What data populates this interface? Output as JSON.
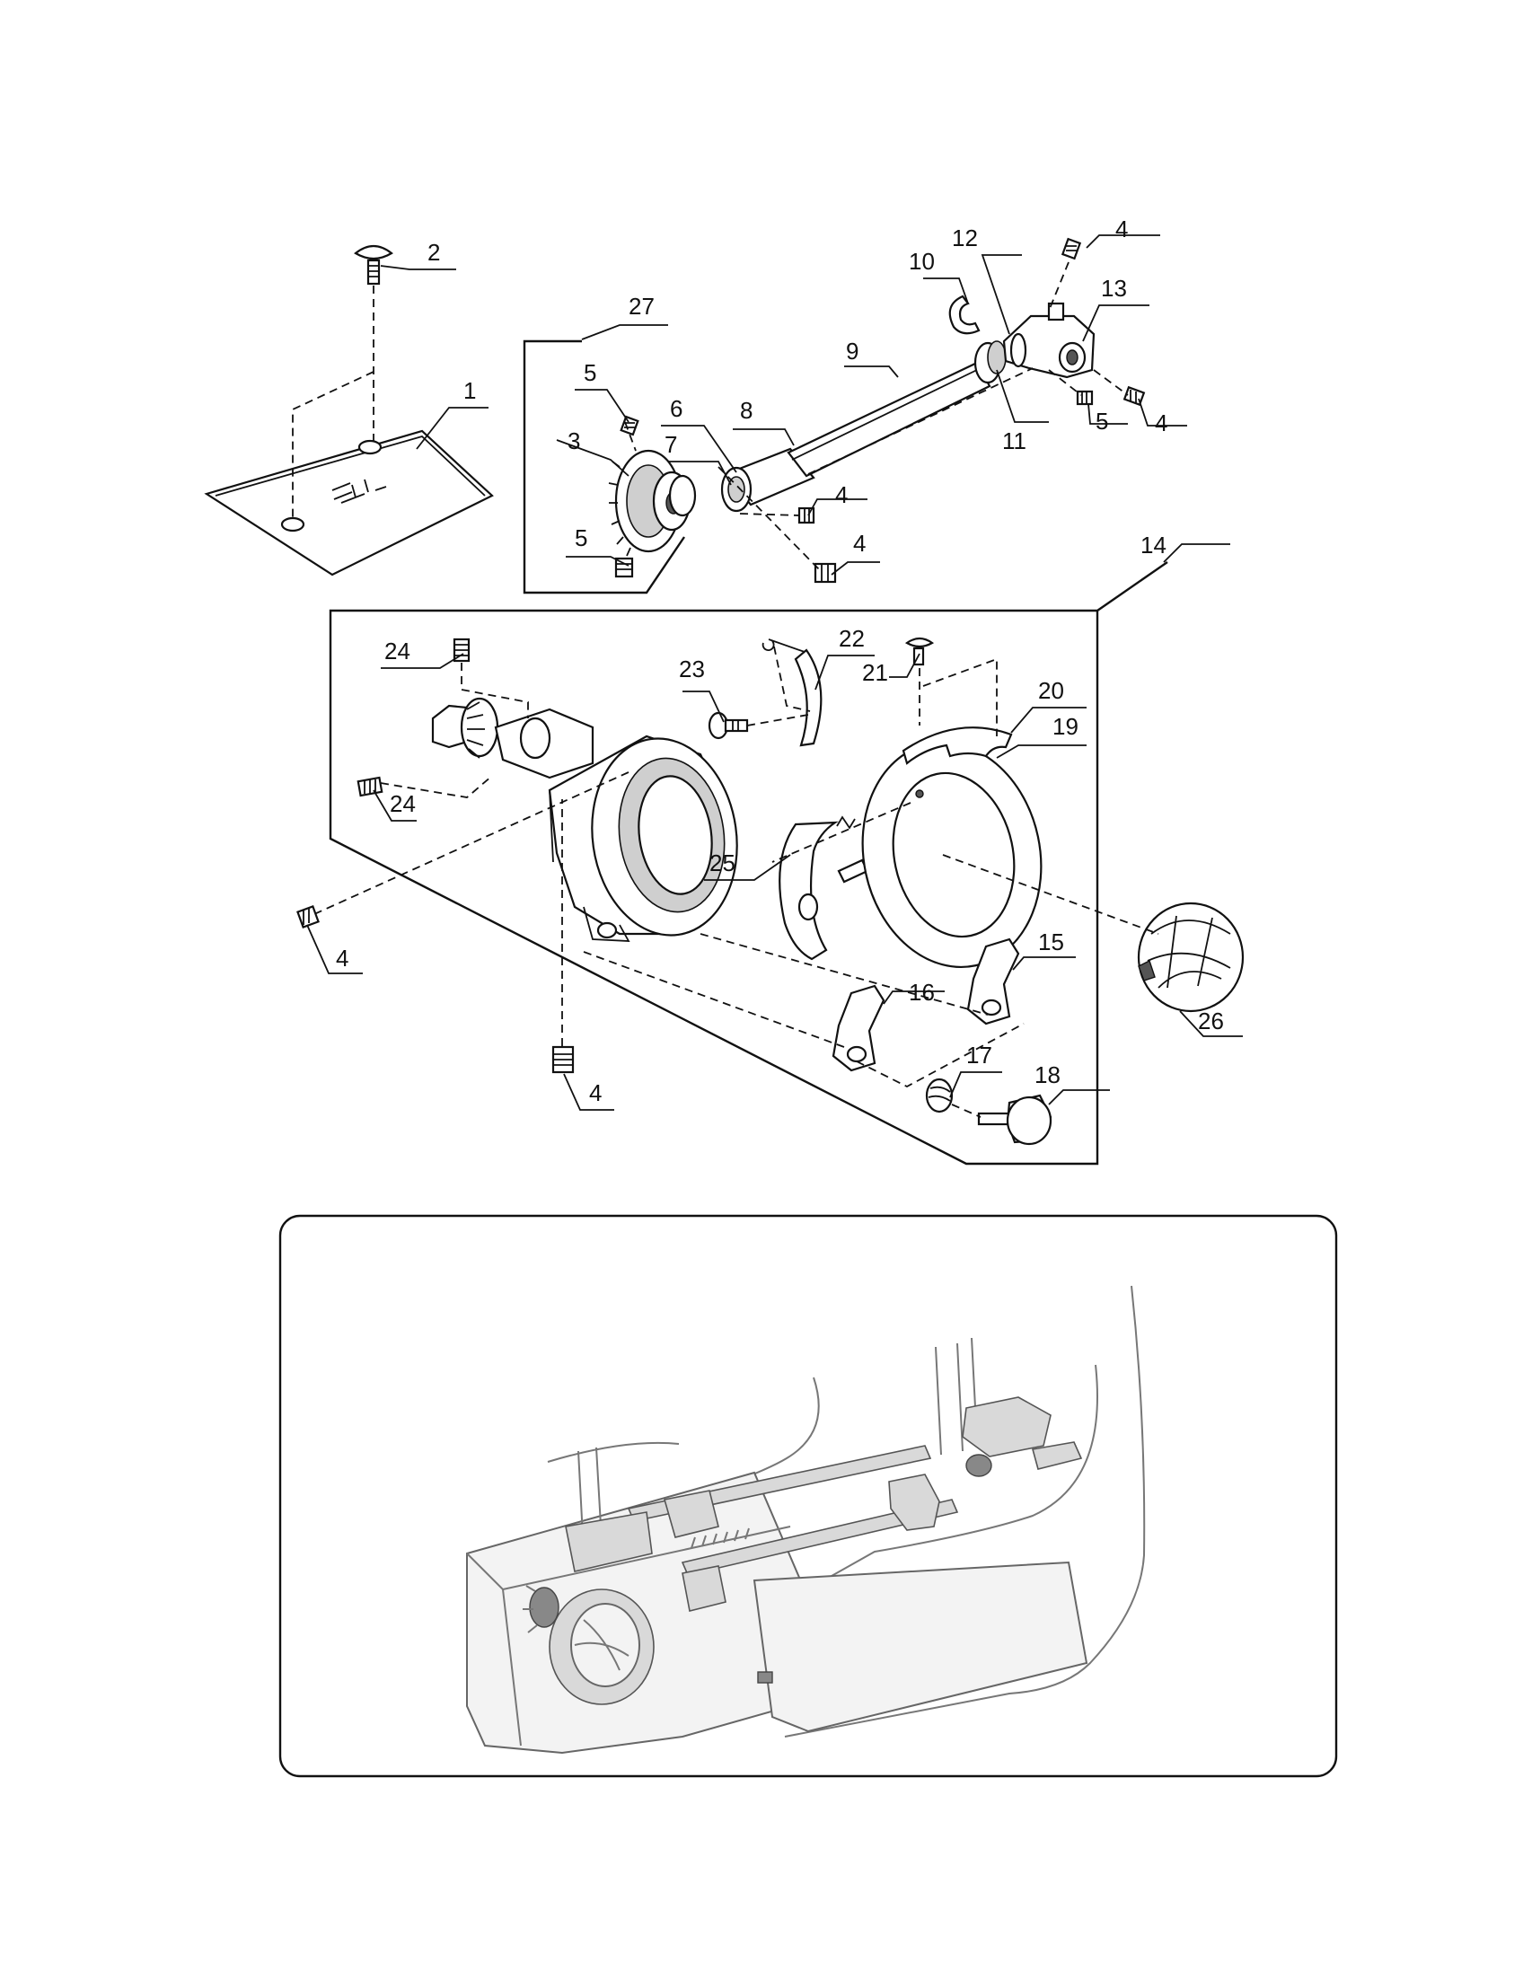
{
  "callouts": [
    {
      "id": "c1",
      "label": "1"
    },
    {
      "id": "c2",
      "label": "2"
    },
    {
      "id": "c3",
      "label": "3"
    },
    {
      "id": "c4a",
      "label": "4"
    },
    {
      "id": "c4b",
      "label": "4"
    },
    {
      "id": "c4c",
      "label": "4"
    },
    {
      "id": "c4d",
      "label": "4"
    },
    {
      "id": "c4e",
      "label": "4"
    },
    {
      "id": "c4f",
      "label": "4"
    },
    {
      "id": "c5a",
      "label": "5"
    },
    {
      "id": "c5b",
      "label": "5"
    },
    {
      "id": "c5c",
      "label": "5"
    },
    {
      "id": "c6",
      "label": "6"
    },
    {
      "id": "c7",
      "label": "7"
    },
    {
      "id": "c8",
      "label": "8"
    },
    {
      "id": "c9",
      "label": "9"
    },
    {
      "id": "c10",
      "label": "10"
    },
    {
      "id": "c11",
      "label": "11"
    },
    {
      "id": "c12",
      "label": "12"
    },
    {
      "id": "c13",
      "label": "13"
    },
    {
      "id": "c14",
      "label": "14"
    },
    {
      "id": "c15",
      "label": "15"
    },
    {
      "id": "c16",
      "label": "16"
    },
    {
      "id": "c17",
      "label": "17"
    },
    {
      "id": "c18",
      "label": "18"
    },
    {
      "id": "c19",
      "label": "19"
    },
    {
      "id": "c20",
      "label": "20"
    },
    {
      "id": "c21",
      "label": "21"
    },
    {
      "id": "c22",
      "label": "22"
    },
    {
      "id": "c23",
      "label": "23"
    },
    {
      "id": "c24a",
      "label": "24"
    },
    {
      "id": "c24b",
      "label": "24"
    },
    {
      "id": "c25",
      "label": "25"
    },
    {
      "id": "c26",
      "label": "26"
    },
    {
      "id": "c27",
      "label": "27"
    }
  ]
}
